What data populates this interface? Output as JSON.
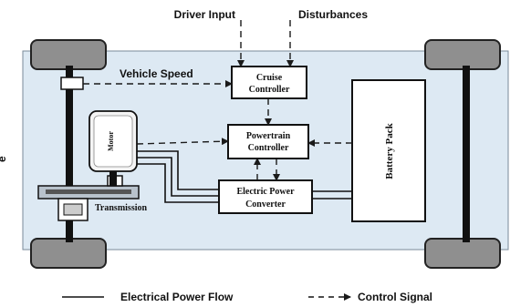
{
  "inputs": {
    "driver_input": "Driver Input",
    "disturbances": "Disturbances"
  },
  "signals": {
    "vehicle_speed": "Vehicle Speed"
  },
  "blocks": {
    "cruise_controller": [
      "Cruise",
      "Controller"
    ],
    "powertrain_controller": [
      "Powertrain",
      "Controller"
    ],
    "electric_power_converter": [
      "Electric Power",
      "Converter"
    ],
    "motor": "Motor",
    "battery_pack": "Battery Pack",
    "transmission": "Transmission"
  },
  "side_label": "e",
  "legend": {
    "electrical_power_flow": "Electrical Power Flow",
    "control_signal": "Control Signal"
  },
  "colors": {
    "chassis_fill": "#dde9f3",
    "wheel_fill": "#8f8f8f",
    "line": "#1a1a1a"
  }
}
